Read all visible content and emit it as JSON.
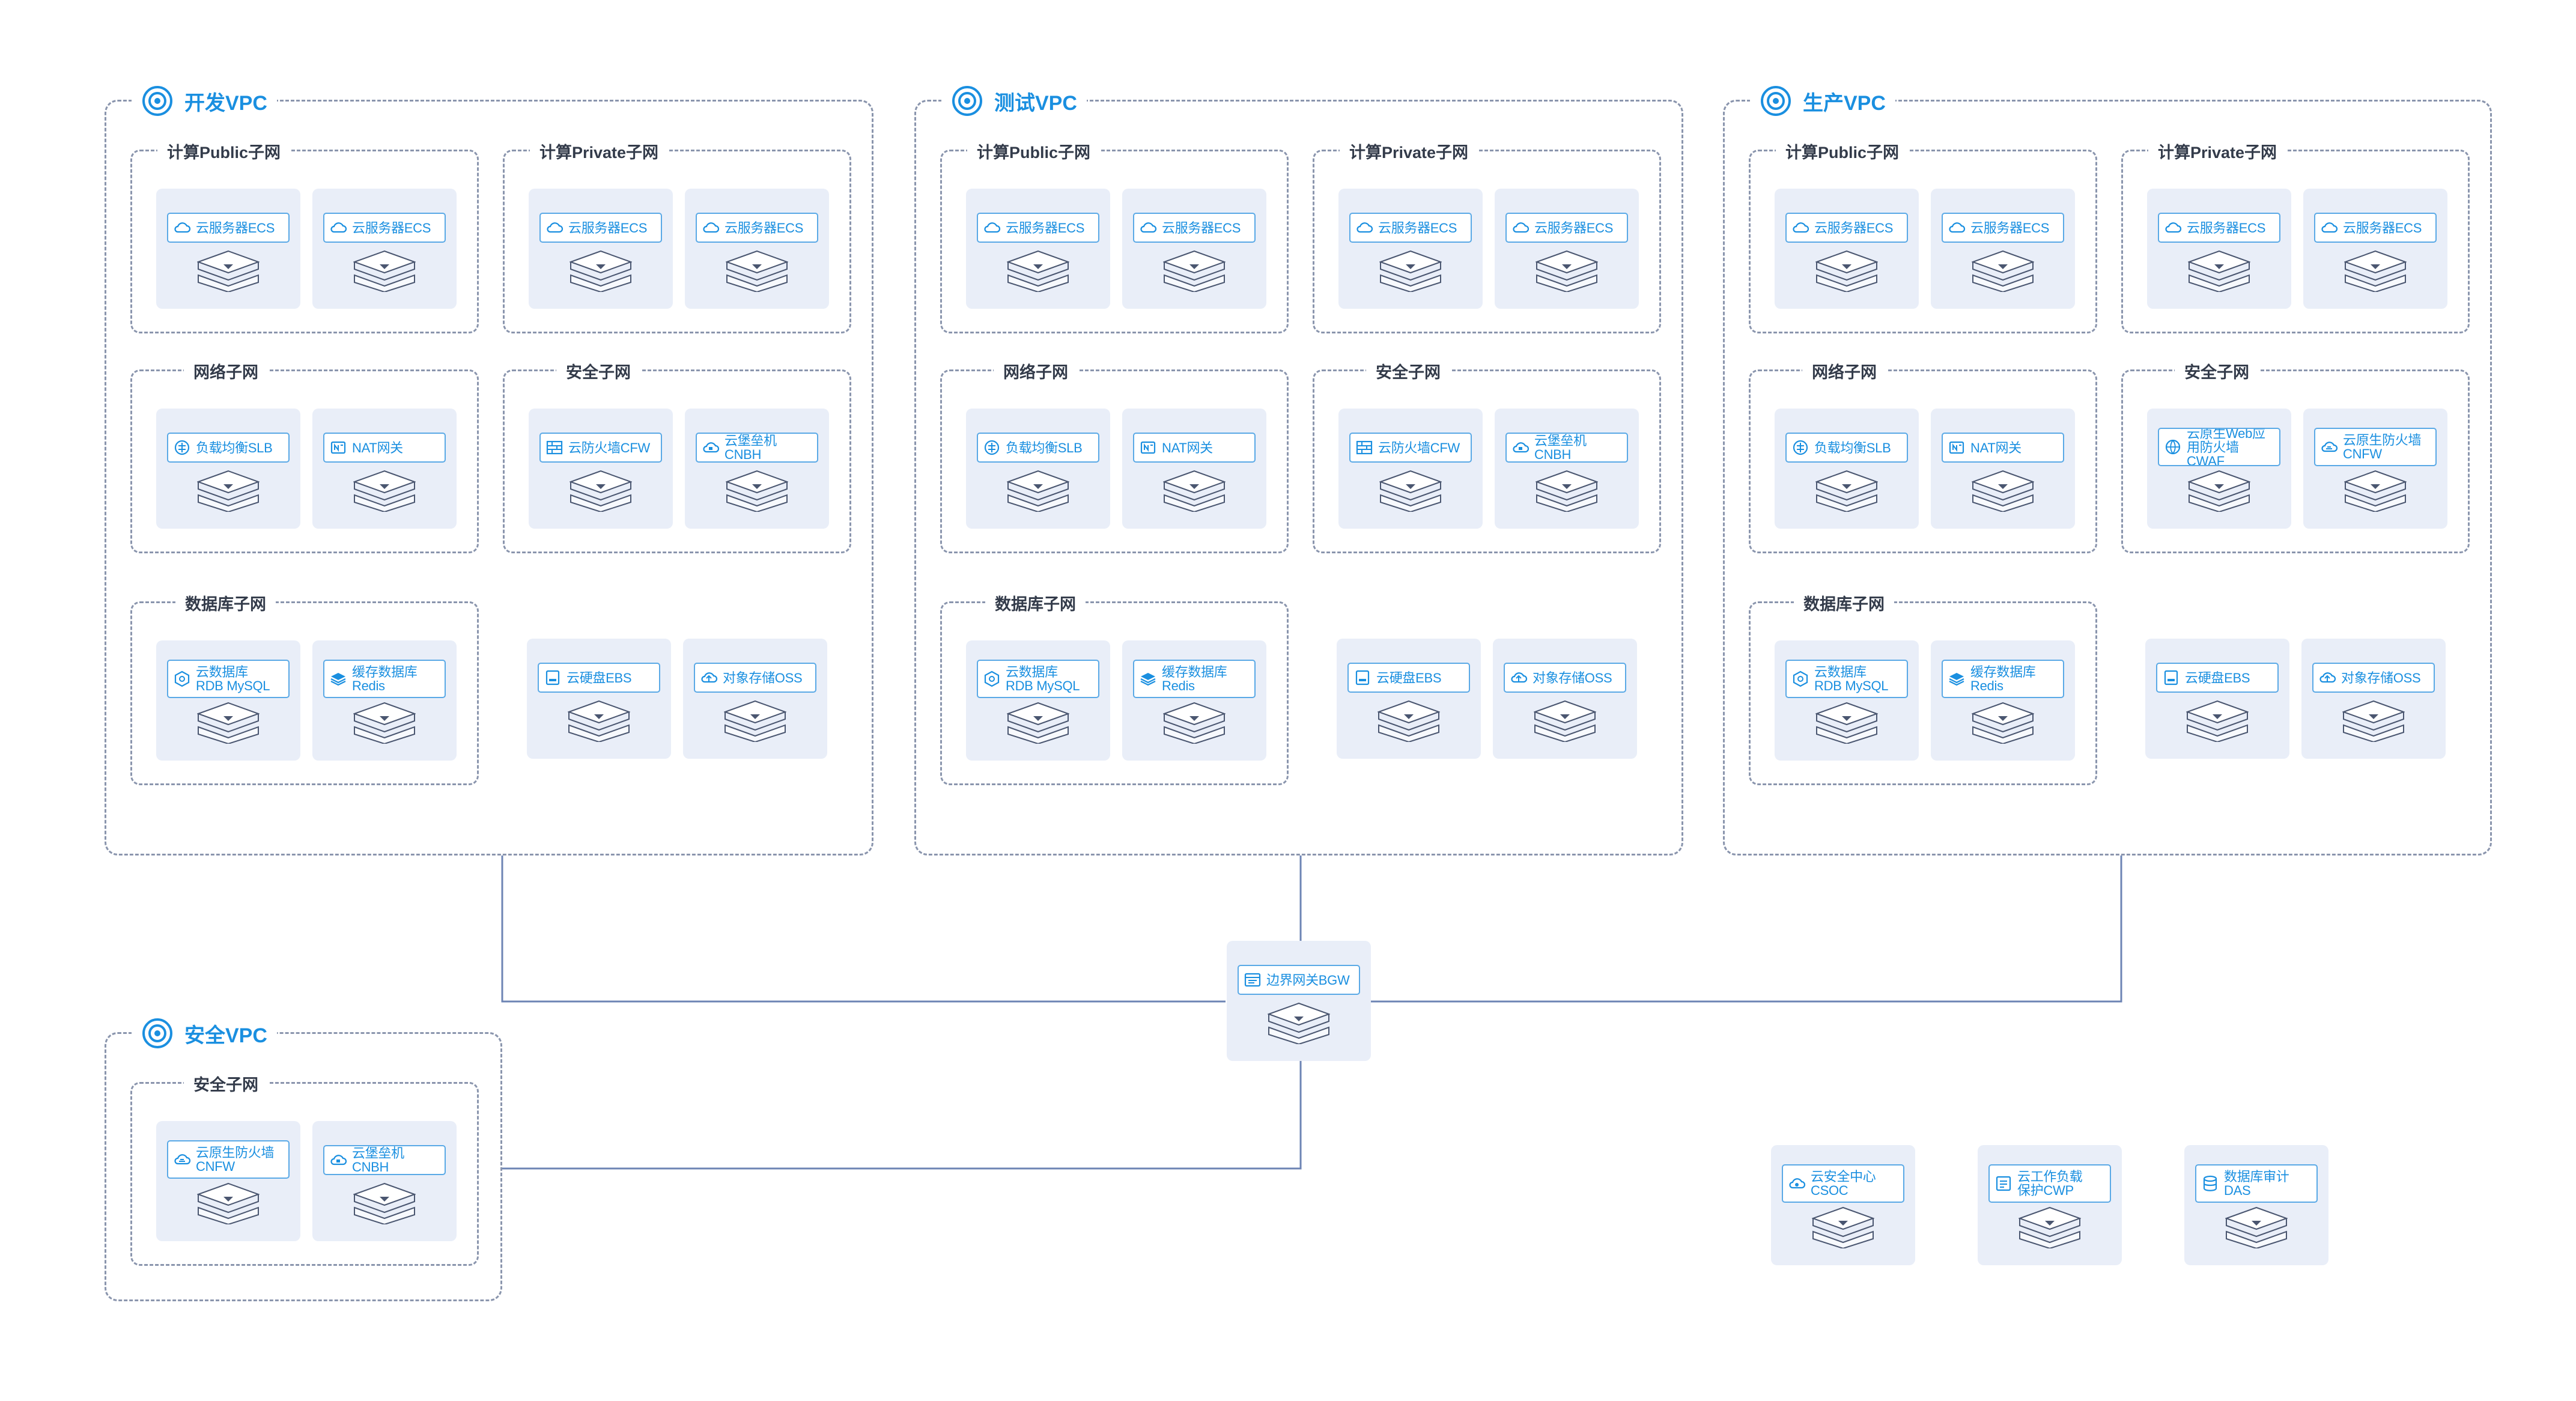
{
  "vpcs": {
    "dev": {
      "title": "开发VPC",
      "public_subnet": "计算Public子网",
      "private_subnet": "计算Private子网",
      "network_subnet": "网络子网",
      "security_subnet": "安全子网",
      "db_subnet": "数据库子网",
      "public_items": [
        "云服务器ECS",
        "云服务器ECS"
      ],
      "private_items": [
        "云服务器ECS",
        "云服务器ECS"
      ],
      "network_items": [
        "负载均衡SLB",
        "NAT网关"
      ],
      "security_items": [
        "云防火墙CFW",
        "云堡垒机CNBH"
      ],
      "db_items": [
        "云数据库\nRDB MySQL",
        "缓存数据库\nRedis"
      ],
      "storage_items": [
        "云硬盘EBS",
        "对象存储OSS"
      ]
    },
    "test": {
      "title": "测试VPC",
      "public_subnet": "计算Public子网",
      "private_subnet": "计算Private子网",
      "network_subnet": "网络子网",
      "security_subnet": "安全子网",
      "db_subnet": "数据库子网",
      "public_items": [
        "云服务器ECS",
        "云服务器ECS"
      ],
      "private_items": [
        "云服务器ECS",
        "云服务器ECS"
      ],
      "network_items": [
        "负载均衡SLB",
        "NAT网关"
      ],
      "security_items": [
        "云防火墙CFW",
        "云堡垒机CNBH"
      ],
      "db_items": [
        "云数据库\nRDB MySQL",
        "缓存数据库\nRedis"
      ],
      "storage_items": [
        "云硬盘EBS",
        "对象存储OSS"
      ]
    },
    "prod": {
      "title": "生产VPC",
      "public_subnet": "计算Public子网",
      "private_subnet": "计算Private子网",
      "network_subnet": "网络子网",
      "security_subnet": "安全子网",
      "db_subnet": "数据库子网",
      "public_items": [
        "云服务器ECS",
        "云服务器ECS"
      ],
      "private_items": [
        "云服务器ECS",
        "云服务器ECS"
      ],
      "network_items": [
        "负载均衡SLB",
        "NAT网关"
      ],
      "security_items": [
        "云原生Web应\n用防火墙CWAF",
        "云原生防火墙\nCNFW"
      ],
      "db_items": [
        "云数据库\nRDB MySQL",
        "缓存数据库\nRedis"
      ],
      "storage_items": [
        "云硬盘EBS",
        "对象存储OSS"
      ]
    },
    "sec": {
      "title": "安全VPC",
      "security_subnet": "安全子网",
      "security_items": [
        "云原生防火墙\nCNFW",
        "云堡垒机CNBH"
      ]
    }
  },
  "gateway": {
    "label": "边界网关BGW"
  },
  "global_services": [
    "云安全中心\nCSOC",
    "云工作负载\n保护CWP",
    "数据库审计\nDAS"
  ],
  "colors": {
    "accent": "#1a8fe0",
    "dashed_border": "#8a95ad",
    "card_bg": "#e9eef8",
    "connector": "#6d84b4"
  }
}
